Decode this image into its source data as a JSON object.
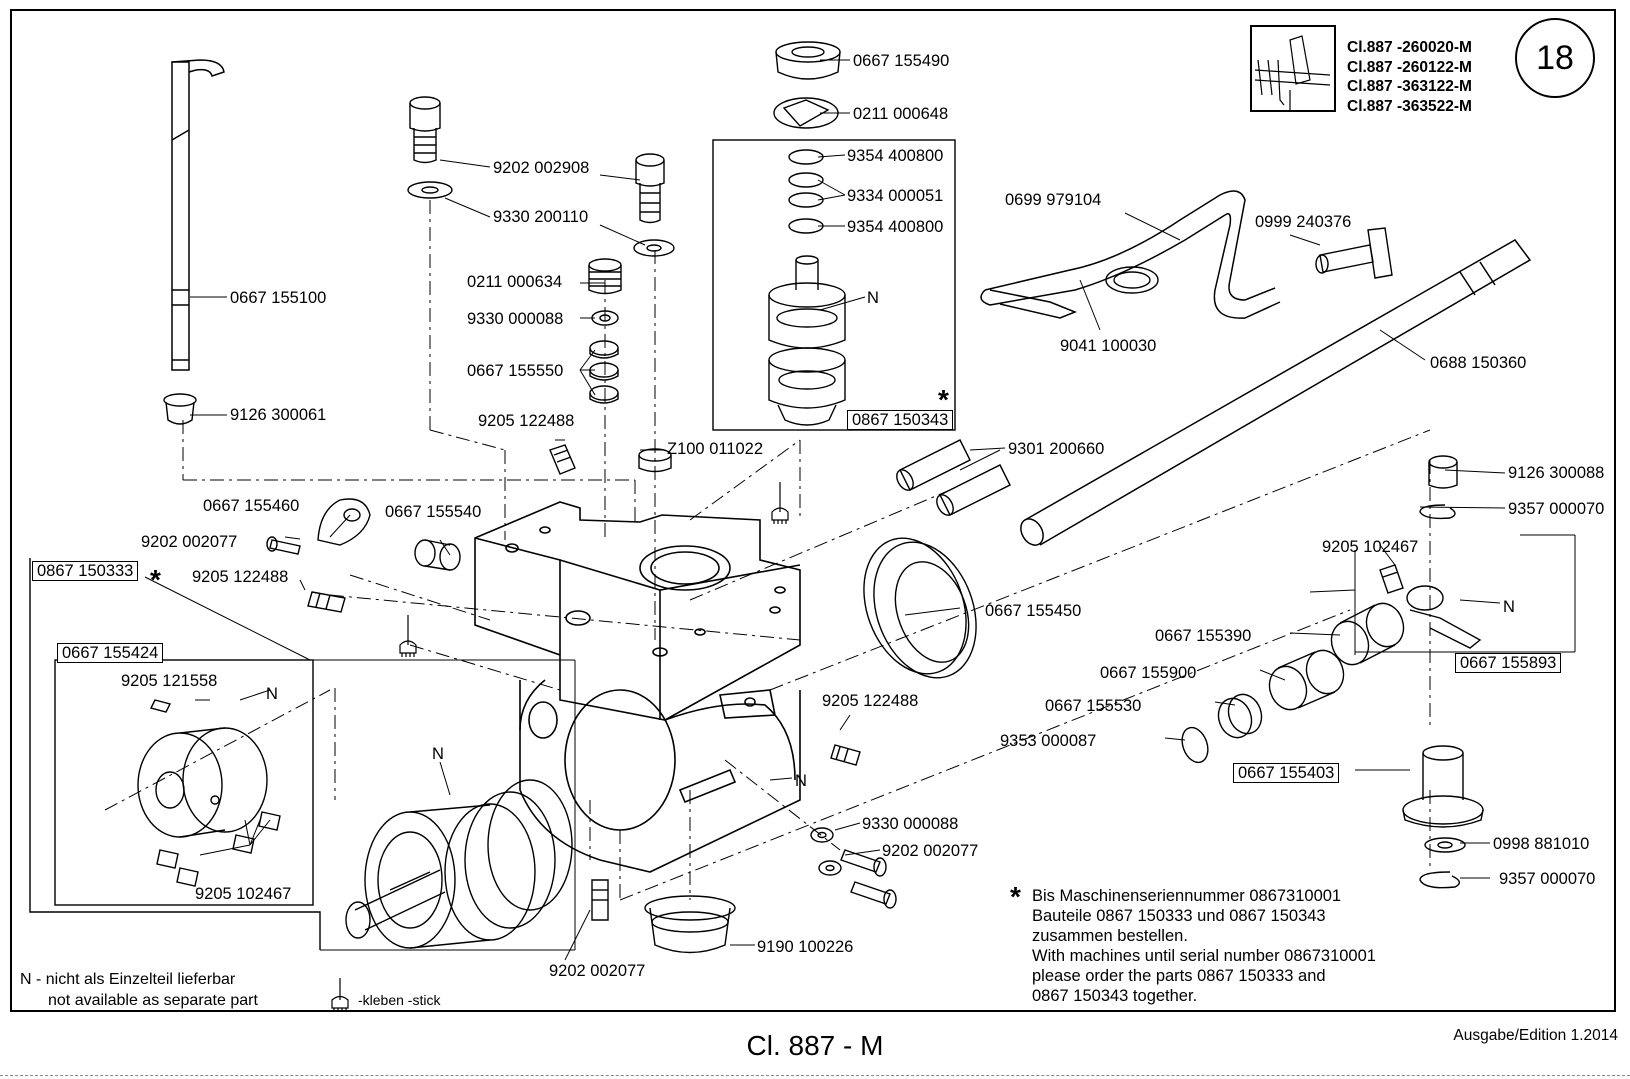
{
  "sheet": {
    "page_number": "18",
    "models": [
      "Cl.887 -260020-M",
      "Cl.887 -260122-M",
      "Cl.887 -363122-M",
      "Cl.887 -363522-M"
    ],
    "footer_title": "Cl. 887 - M",
    "edition": "Ausgabe/Edition  1.2014"
  },
  "parts": {
    "p01": "0667 155490",
    "p02": "0211 000648",
    "p03": "9354 400800",
    "p04": "9334 000051",
    "p05": "9354 400800",
    "p06": "N",
    "p07": "0867 150343",
    "p08": "9202 002908",
    "p09": "9330 200110",
    "p10": "0211 000634",
    "p11": "9330 000088",
    "p12": "0667 155550",
    "p13": "9205 122488",
    "p14": "Z100 011022",
    "p15": "0667 155100",
    "p16": "9126 300061",
    "p17": "0699 979104",
    "p18": "0999 240376",
    "p19": "9041 100030",
    "p20": "0688 150360",
    "p21": "9301 200660",
    "p22": "9126 300088",
    "p23": "9357 000070",
    "p24": "9205 102467",
    "p25": "N",
    "p26": "0667 155893",
    "p27": "0667 155460",
    "p28": "0667 155540",
    "p29": "9202 002077",
    "p30": "0867 150333",
    "p31": "9205 122488",
    "p32": "0667 155450",
    "p33": "0667 155390",
    "p34": "0667 155900",
    "p35": "0667 155530",
    "p36": "9353 000087",
    "p37": "0667 155403",
    "p38": "0998 881010",
    "p39": "9357 000070",
    "p40": "0667 155424",
    "p41": "9205 121558",
    "p42": "N",
    "p43": "9205 102467",
    "p44": "9205 122488",
    "p45": "N",
    "p46": "N",
    "p47": "9330 000088",
    "p48": "9202 002077",
    "p49": "9202 002077",
    "p50": "9190 100226"
  },
  "star_symbol": "*",
  "note": {
    "lines": [
      "Bis Maschinenseriennummer 0867310001",
      "Bauteile 0867 150333 und 0867 150343",
      "zusammen bestellen.",
      "With machines until serial number 0867310001",
      "please order the parts 0867 150333 and",
      "0867 150343 together."
    ]
  },
  "legend": {
    "n_line1": "N - nicht als Einzelteil lieferbar",
    "n_line2": "not available as separate part",
    "glue": "-kleben -stick"
  },
  "icons": [
    "needle-feed-icon",
    "glue-brush-icon"
  ]
}
